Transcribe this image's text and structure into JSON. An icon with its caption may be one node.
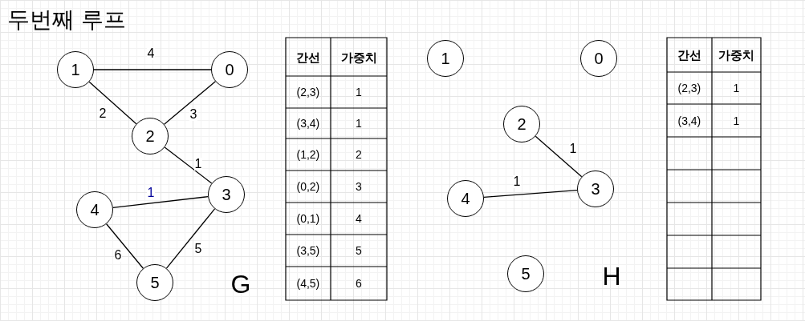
{
  "diagram": {
    "title": "두번째 루프",
    "nodes": [
      {
        "text": [
          "1"
        ]
      },
      {
        "text": [
          "0"
        ]
      },
      {
        "text": [
          "2"
        ]
      },
      {
        "text": [
          "3"
        ]
      },
      {
        "text": [
          "4"
        ]
      },
      {
        "text": [
          "5"
        ]
      },
      {
        "text": [
          "1"
        ]
      },
      {
        "text": [
          "0"
        ]
      },
      {
        "text": [
          "2"
        ]
      },
      {
        "text": [
          "3"
        ]
      },
      {
        "text": [
          "4"
        ]
      },
      {
        "text": [
          "5"
        ]
      }
    ],
    "edges": [
      {
        "from": 0,
        "to": 1,
        "arrow": "none",
        "label": "4"
      },
      {
        "from": 0,
        "to": 2,
        "arrow": "none",
        "label": "2"
      },
      {
        "from": 1,
        "to": 2,
        "arrow": "none",
        "label": "3"
      },
      {
        "from": 2,
        "to": 3,
        "arrow": "none",
        "label": "1"
      },
      {
        "from": 4,
        "to": 3,
        "arrow": "none",
        "label": "1"
      },
      {
        "from": 4,
        "to": 5,
        "arrow": "none",
        "label": "6"
      },
      {
        "from": 3,
        "to": 5,
        "arrow": "none",
        "label": "5"
      },
      {
        "from": 8,
        "to": 9,
        "arrow": "none",
        "label": "1"
      },
      {
        "from": 10,
        "to": 9,
        "arrow": "none",
        "label": "1"
      }
    ],
    "labels": [
      "간선",
      "가중치",
      "(2,3)",
      "1",
      "(3,4)",
      "1",
      "(1,2)",
      "2",
      "(0,2)",
      "3",
      "(0,1)",
      "4",
      "(3,5)",
      "5",
      "(4,5)",
      "6",
      "G",
      "간선",
      "가중치",
      "(2,3)",
      "1",
      "(3,4)",
      "1",
      "H"
    ]
  }
}
